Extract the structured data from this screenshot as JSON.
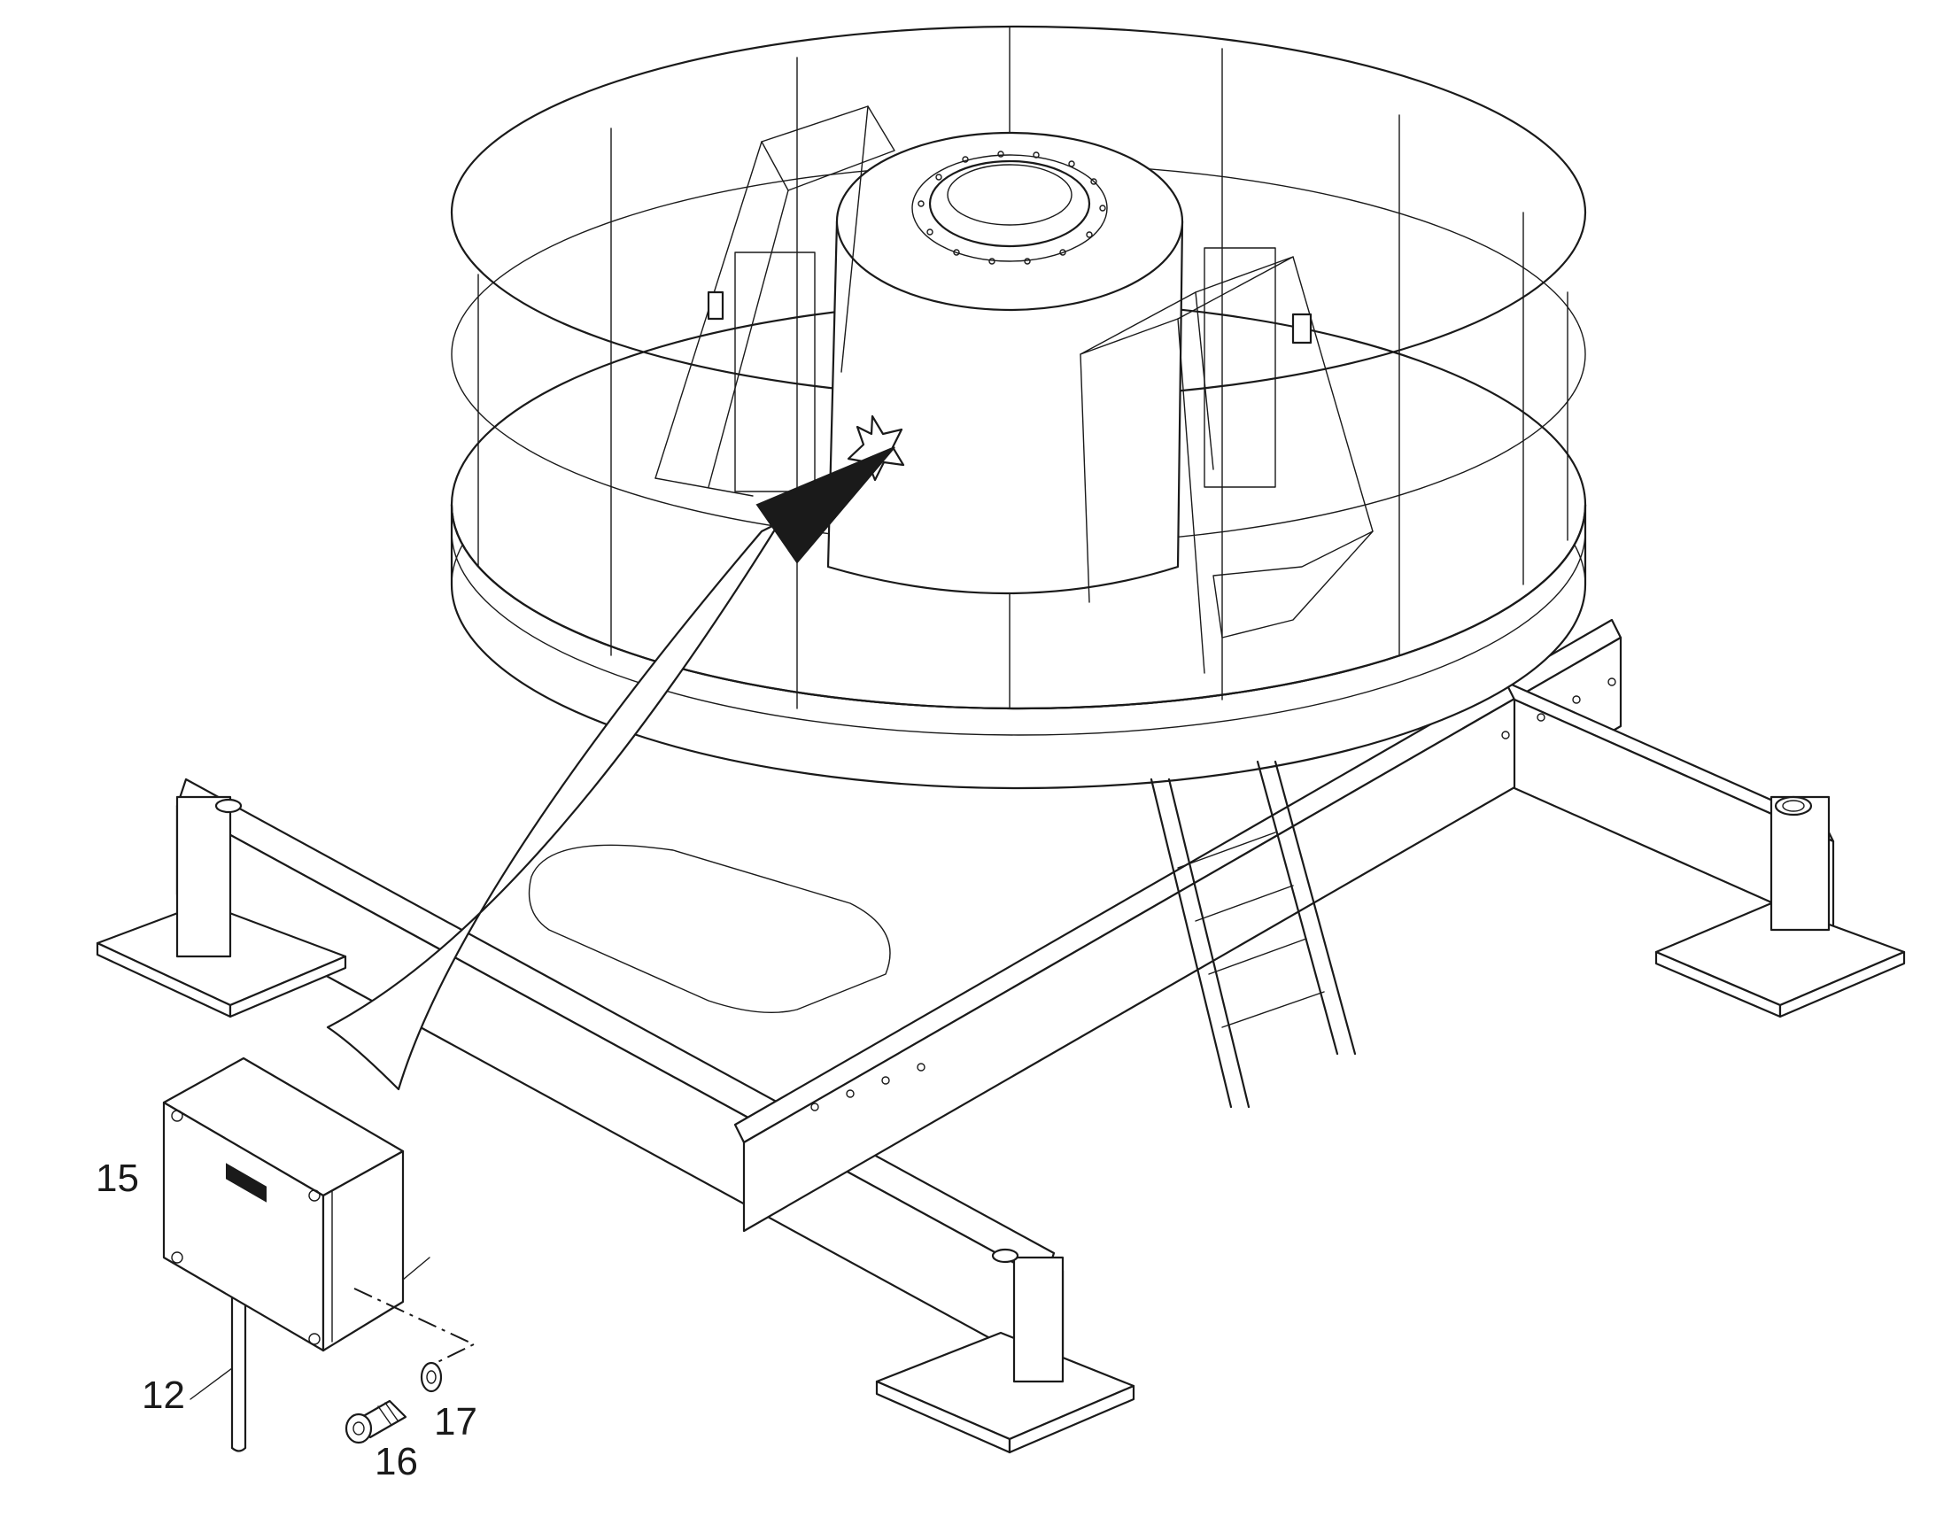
{
  "callouts": {
    "junction_box": "15",
    "cable": "12",
    "screw": "16",
    "washer": "17"
  },
  "colors": {
    "line": "#1a1a1a",
    "background": "#ffffff"
  }
}
